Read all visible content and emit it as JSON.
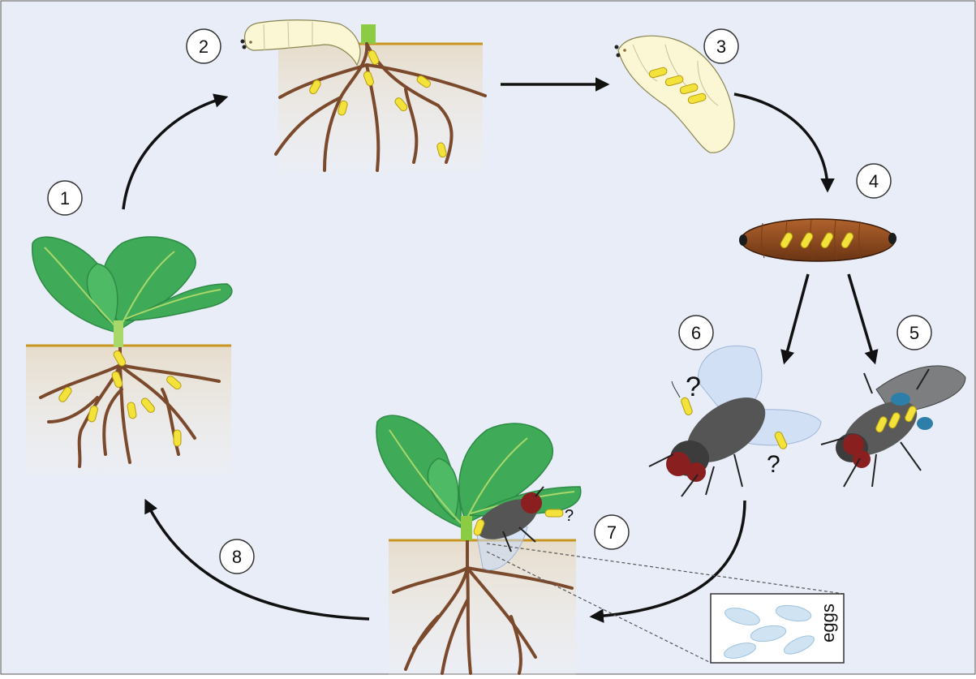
{
  "diagram": {
    "steps": [
      {
        "id": "1",
        "label": "1"
      },
      {
        "id": "2",
        "label": "2"
      },
      {
        "id": "3",
        "label": "3"
      },
      {
        "id": "4",
        "label": "4"
      },
      {
        "id": "5",
        "label": "5"
      },
      {
        "id": "6",
        "label": "6"
      },
      {
        "id": "7",
        "label": "7"
      },
      {
        "id": "8",
        "label": "8"
      }
    ],
    "eggs_label": "eggs",
    "question_mark": "?"
  },
  "colors": {
    "background": "#e8edf8",
    "leaf": "#3faa58",
    "leaf_vein": "#a9d86a",
    "root": "#7b4a2c",
    "soil_line": "#c8961e",
    "bacteria": "#f3e23a",
    "larva": "#fbf6d4",
    "pupa": "#8f4a1f",
    "fly_body": "#555555",
    "fly_eye": "#8a1f1f",
    "wing": "#c9dbf3",
    "egg": "#cfe3f3",
    "arrow": "#111111"
  }
}
